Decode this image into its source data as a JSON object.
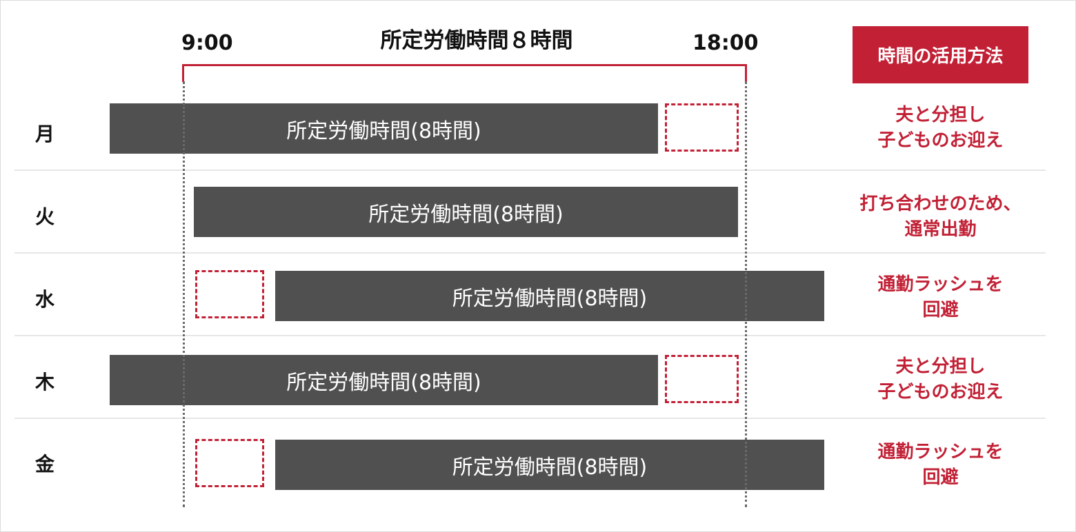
{
  "header": {
    "start_time": "9:00",
    "end_time": "18:00",
    "title": "所定労働時間８時間",
    "usage_badge": "時間の活用方法"
  },
  "rows": [
    {
      "day": "月",
      "bar_label": "所定労働時間(8時間)",
      "usage_line1": "夫と分担し",
      "usage_line2": "子どものお迎え"
    },
    {
      "day": "火",
      "bar_label": "所定労働時間(8時間)",
      "usage_line1": "打ち合わせのため、",
      "usage_line2": "通常出勤"
    },
    {
      "day": "水",
      "bar_label": "所定労働時間(8時間)",
      "usage_line1": "通勤ラッシュを",
      "usage_line2": "回避"
    },
    {
      "day": "木",
      "bar_label": "所定労働時間(8時間)",
      "usage_line1": "夫と分担し",
      "usage_line2": "子どものお迎え"
    },
    {
      "day": "金",
      "bar_label": "所定労働時間(8時間)",
      "usage_line1": "通勤ラッシュを",
      "usage_line2": "回避"
    }
  ],
  "colors": {
    "accent_red": "#c22035",
    "bar_gray": "#505050",
    "text_dark": "#111111"
  }
}
